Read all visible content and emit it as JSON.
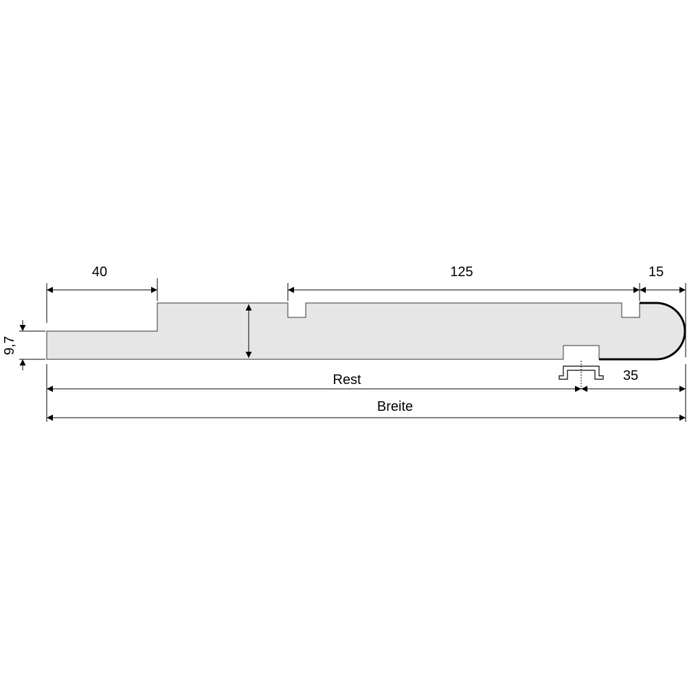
{
  "dimensions": {
    "left_step": "40",
    "groove_spacing": "125",
    "nose_width": "15",
    "thickness": "9,7",
    "rest": "Rest",
    "profile_offset": "35",
    "total_width": "Breite"
  },
  "colors": {
    "background": "#ffffff",
    "board_fill": "#e6e6e6",
    "line": "#000000"
  }
}
